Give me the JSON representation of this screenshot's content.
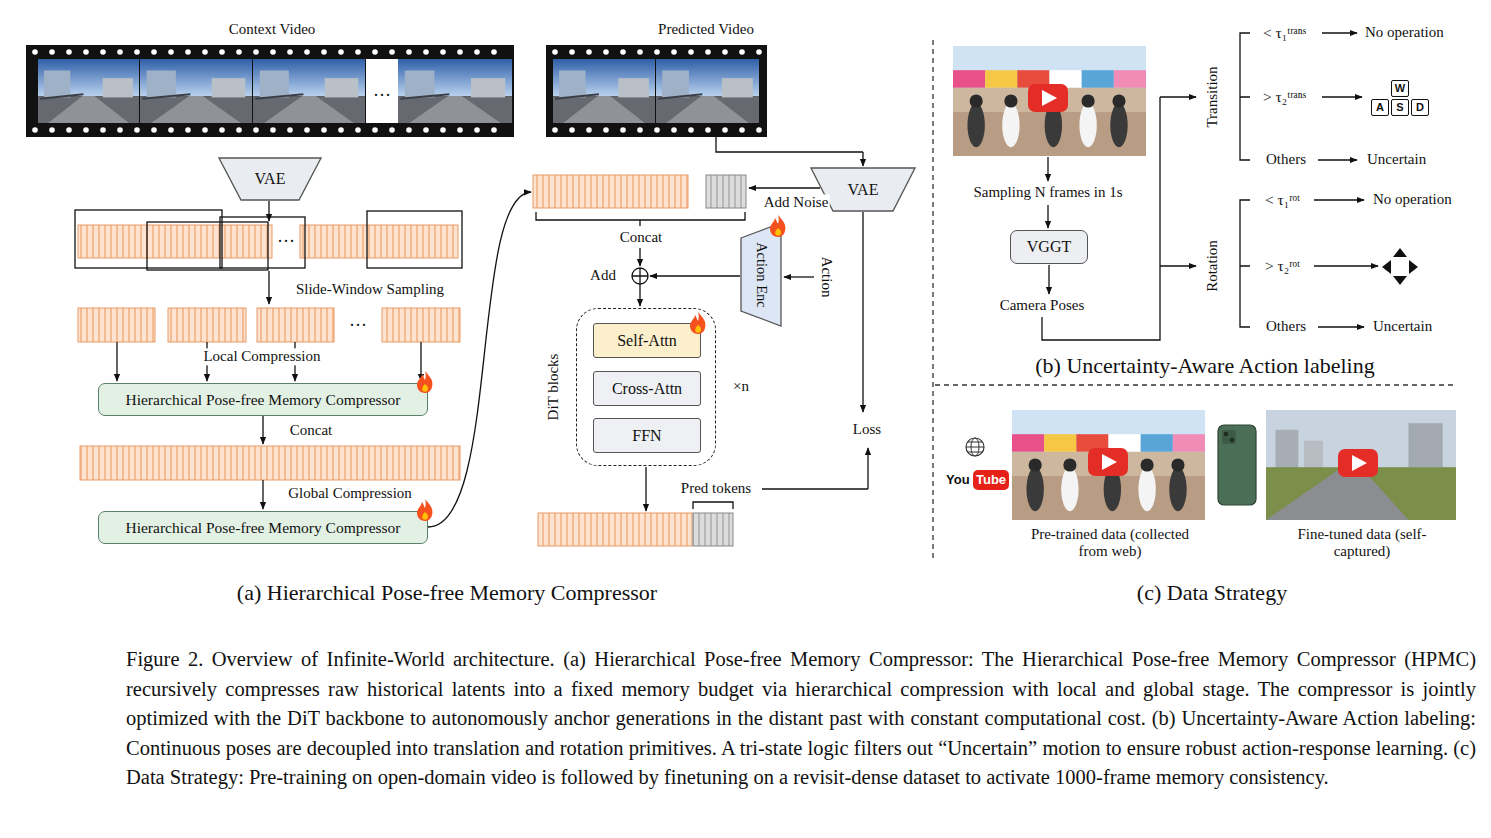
{
  "diagram": {
    "caption": "Figure 2. Overview of Infinite-World architecture. (a) Hierarchical Pose-free Memory Compressor: The Hierarchical Pose-free Memory Compressor (HPMC) recursively compresses raw historical latents into a fixed memory budget via hierarchical compression with local and global stage. The compressor is jointly optimized with the DiT backbone to autonomously anchor generations in the distant past with constant computational cost. (b) Uncertainty-Aware Action labeling: Continuous poses are decoupled into translation and rotation primitives. A tri-state logic filters out “Uncertain” motion to ensure robust action-response learning. (c) Data Strategy: Pre-training on open-domain video is followed by finetuning on a revisit-dense dataset to activate 1000-frame memory consistency.",
    "nodes": [
      {
        "text": [
          "VAE"
        ]
      },
      {
        "text": [
          "Hierarchical Pose-free Memory Compressor"
        ]
      },
      {
        "text": [
          "Hierarchical Pose-free Memory Compressor"
        ]
      },
      {
        "text": [
          "VAE"
        ]
      },
      {
        "text": [
          "Action Enc"
        ]
      },
      {
        "text": [
          "DiT blocks"
        ]
      },
      {
        "text": [
          "Self-Attn"
        ],
        "in": 5
      },
      {
        "text": [
          "Cross-Attn"
        ],
        "in": 5
      },
      {
        "text": [
          "FFN"
        ],
        "in": 5
      },
      {
        "text": [
          "VGGT"
        ]
      },
      {
        "text": [
          "W"
        ]
      },
      {
        "text": [
          "A"
        ]
      },
      {
        "text": [
          "S"
        ]
      },
      {
        "text": [
          "D"
        ]
      },
      {
        "text": [
          "Tube"
        ]
      }
    ],
    "labels": [
      "Context Video",
      "Predicted Video",
      "…",
      "···",
      "Slide-Window Sampling",
      "···",
      "Local Compression",
      "Concat",
      "Global Compression",
      "Add Noise",
      "Concat",
      "Add",
      "Action",
      "×n",
      "Loss",
      "Pred tokens",
      "(a) Hierarchical Pose-free Memory Compressor",
      "Sampling N frames in 1s",
      "Camera Poses",
      "Transition",
      "< τ₁ᵗʳᵃⁿˢ",
      "No operation",
      "> τ₂ᵗʳᵃⁿˢ",
      "Others",
      "Uncertain",
      "Rotation",
      "< τ₁ʳᵒᵗ",
      "No operation",
      "> τ₂ʳᵒᵗ",
      "Others",
      "Uncertain",
      "(b) Uncertainty-Aware Action labeling",
      "You",
      "Pre-trained data (collected from web)",
      "Fine-tuned data (self-captured)",
      "(c) Data Strategy"
    ]
  }
}
